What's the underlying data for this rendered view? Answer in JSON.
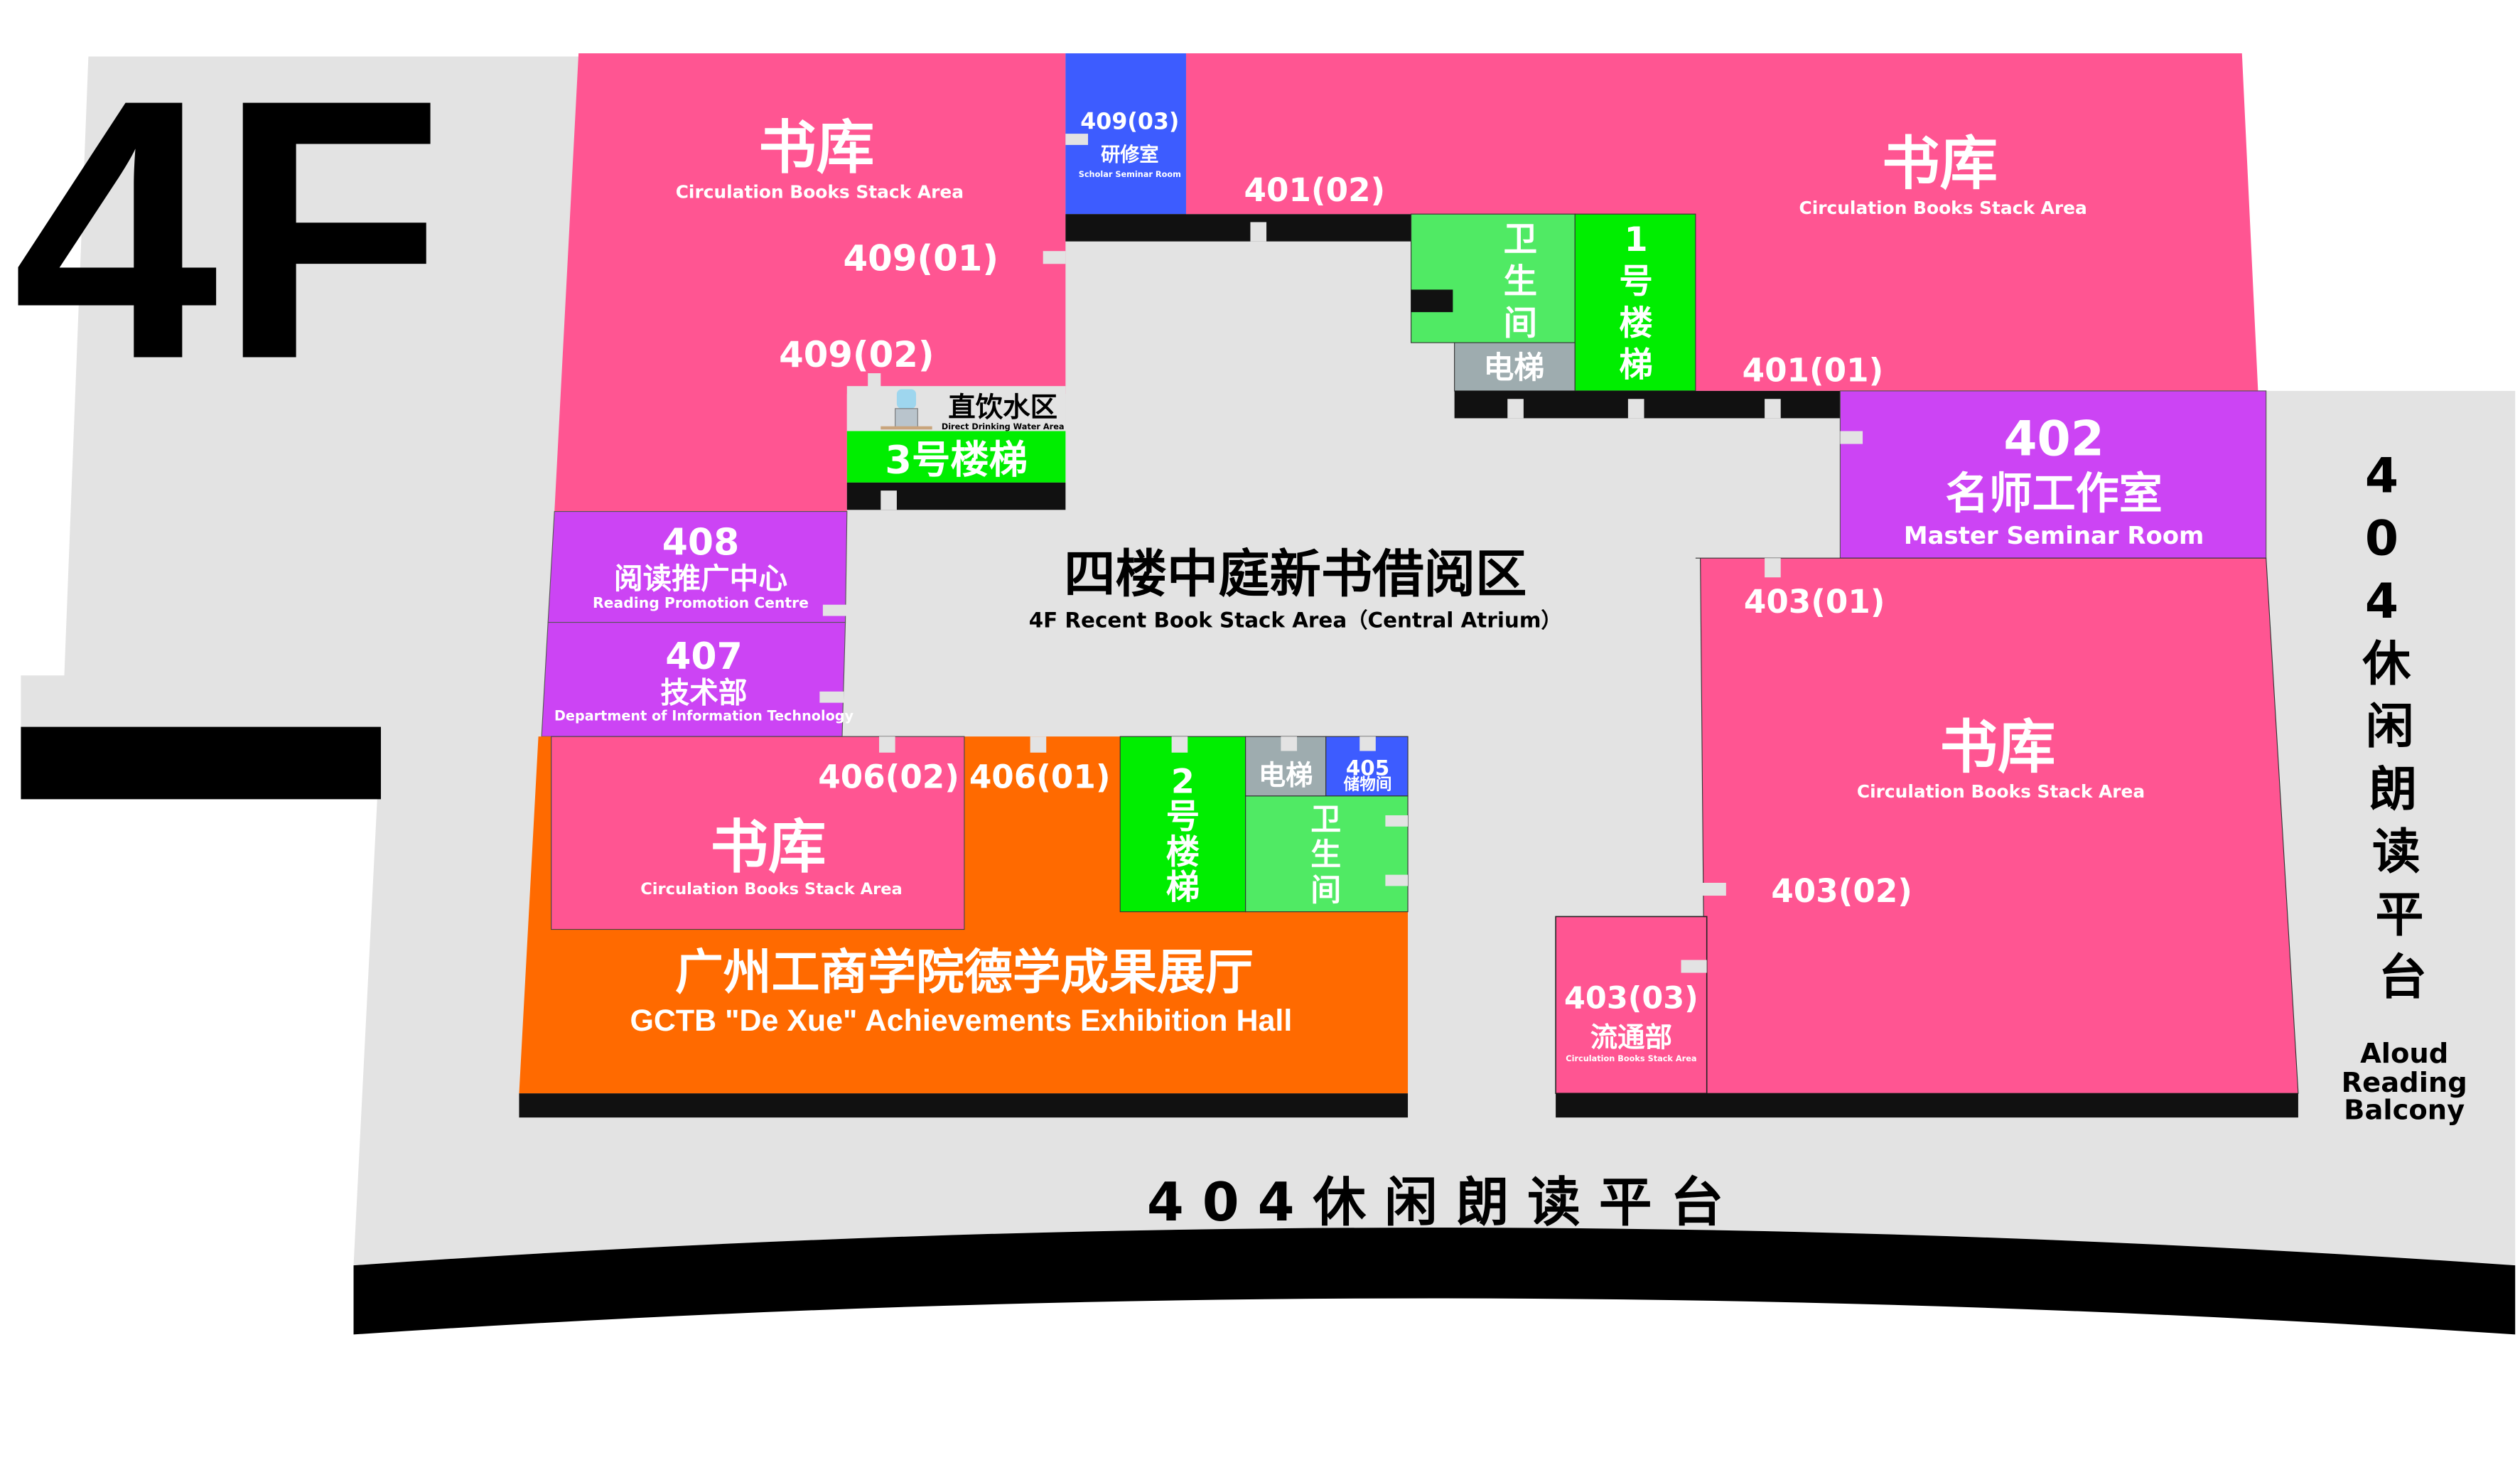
{
  "floor_label": "4F",
  "colors": {
    "floor": "#e3e3e3",
    "stack_pink": "#ff5592",
    "seminar_blue": "#3d5cff",
    "office_purple": "#cc44f4",
    "exhibition_orange": "#ff6a00",
    "restroom_green": "#50ea64",
    "stairs_green": "#00ee00",
    "elevator_gray": "#9eacaf",
    "wall_black": "#111111"
  },
  "atrium": {
    "zh": "四楼中庭新书借阅区",
    "en": "4F Recent Book Stack Area（Central Atrium）"
  },
  "rooms": {
    "stack_nw": {
      "zh": "书库",
      "en": "Circulation Books Stack Area",
      "doors": [
        "409(01)",
        "409(02)"
      ]
    },
    "r409_03": {
      "num": "409(03)",
      "zh": "研修室",
      "en": "Scholar Seminar Room"
    },
    "stack_ne": {
      "zh": "书库",
      "en": "Circulation Books Stack Area",
      "doors": [
        "401(02)",
        "401(01)"
      ]
    },
    "restroom_1": {
      "zh": [
        "卫",
        "生",
        "间"
      ]
    },
    "elevator_1": {
      "zh": "电梯"
    },
    "stairs_1": {
      "zh": [
        "1",
        "号",
        "楼",
        "梯"
      ]
    },
    "water": {
      "zh": "直饮水区",
      "en": "Direct Drinking Water Area",
      "icon": "water-dispenser-icon"
    },
    "stairs_3": {
      "zh": "3号楼梯"
    },
    "r402": {
      "num": "402",
      "zh": "名师工作室",
      "en": "Master Seminar Room"
    },
    "r408": {
      "num": "408",
      "zh": "阅读推广中心",
      "en": "Reading Promotion Centre"
    },
    "r407": {
      "num": "407",
      "zh": "技术部",
      "en": "Department of Information Technology"
    },
    "stack_e": {
      "zh": "书库",
      "en": "Circulation Books Stack Area",
      "doors": [
        "403(01)",
        "403(02)"
      ]
    },
    "r403_03": {
      "num": "403(03)",
      "zh": "流通部",
      "en": "Circulation Books Stack Area"
    },
    "stack_sw": {
      "zh": "书库",
      "en": "Circulation Books Stack Area",
      "doors": [
        "406(02)",
        "406(01)"
      ]
    },
    "stairs_2": {
      "zh": [
        "2",
        "号",
        "楼",
        "梯"
      ]
    },
    "elevator_2": {
      "zh": "电梯"
    },
    "r405": {
      "num": "405",
      "zh": "储物间"
    },
    "restroom_2": {
      "zh": [
        "卫",
        "生",
        "间"
      ]
    },
    "exhibition": {
      "zh": "广州工商学院德学成果展厅",
      "en": "GCTB \"De Xue\" Achievements Exhibition Hall"
    }
  },
  "balcony_side": {
    "zh": [
      "4",
      "0",
      "4",
      "休",
      "闲",
      "朗",
      "读",
      "平",
      "台"
    ],
    "en": [
      "Aloud",
      "Reading",
      "Balcony"
    ]
  },
  "balcony_bottom": {
    "zh": "4 0 4 休 闲 朗 读 平 台",
    "en": "Aloud Reading  Balcony"
  }
}
